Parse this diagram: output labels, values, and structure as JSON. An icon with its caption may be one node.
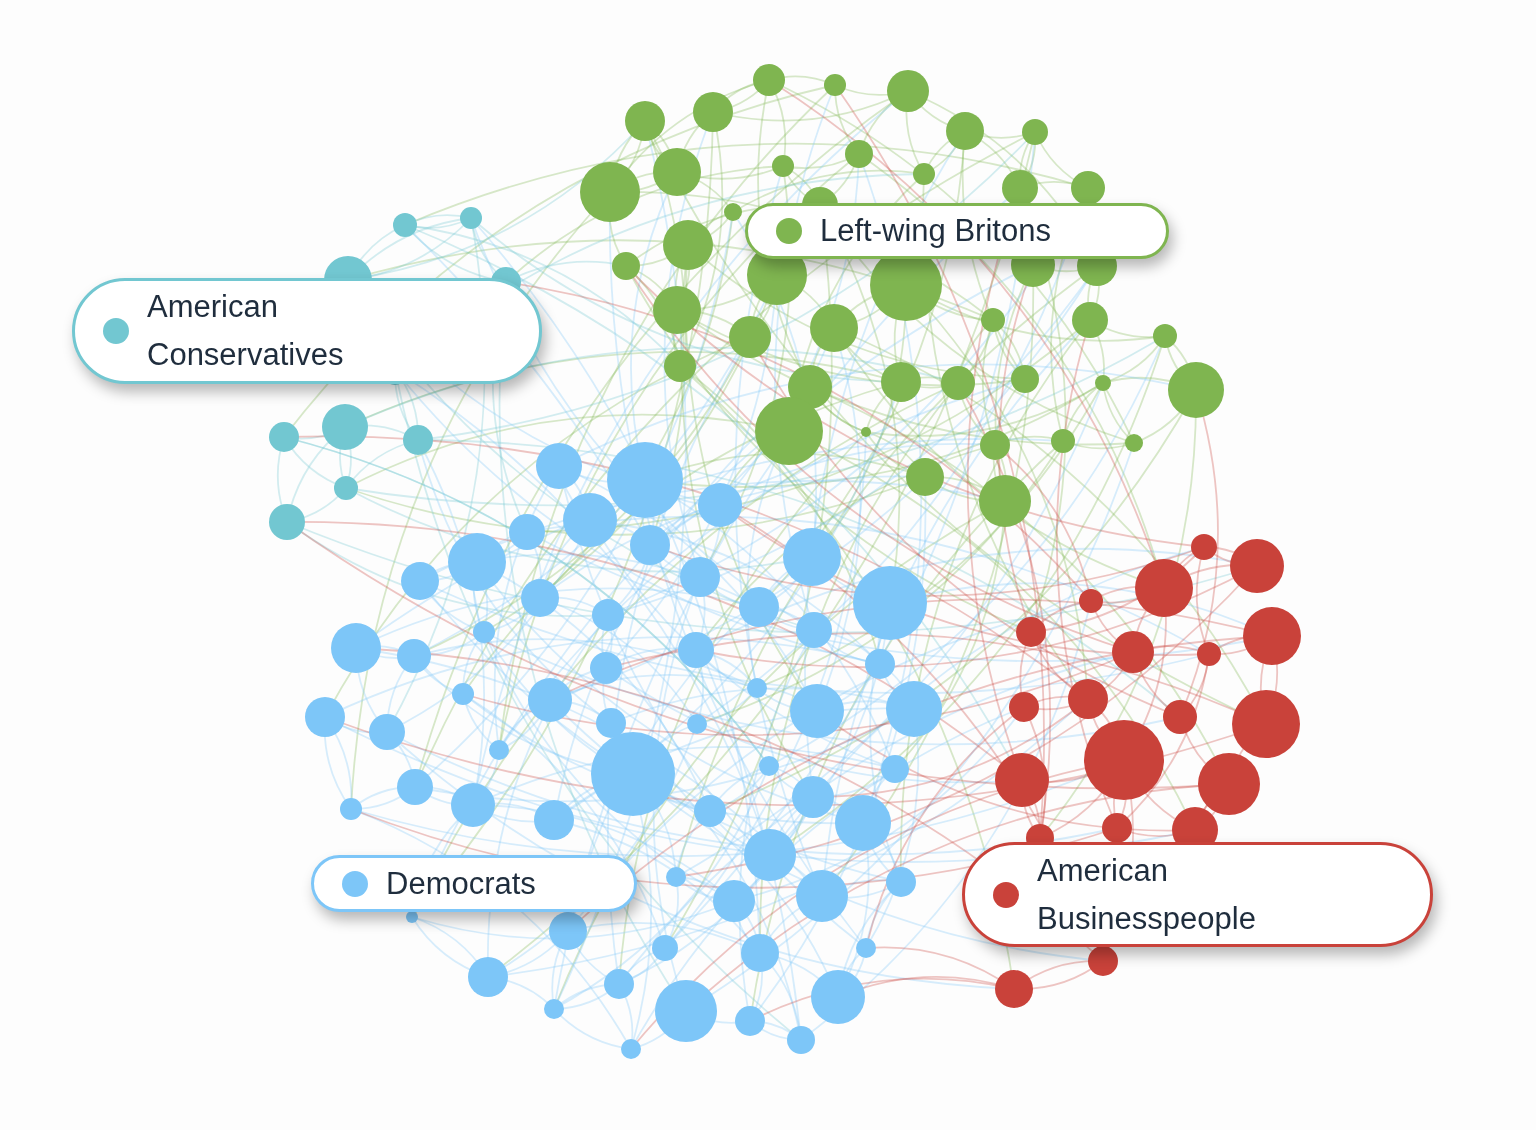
{
  "diagram": {
    "legend": [
      {
        "text": "Left-wing Britons",
        "color": "#7fb550"
      },
      {
        "text": "American Conservatives",
        "color": "#72c7d1"
      },
      {
        "text": "Democrats",
        "color": "#7dc6f8"
      },
      {
        "text": "American Businesspeople",
        "color": "#c9423a"
      }
    ]
  }
}
